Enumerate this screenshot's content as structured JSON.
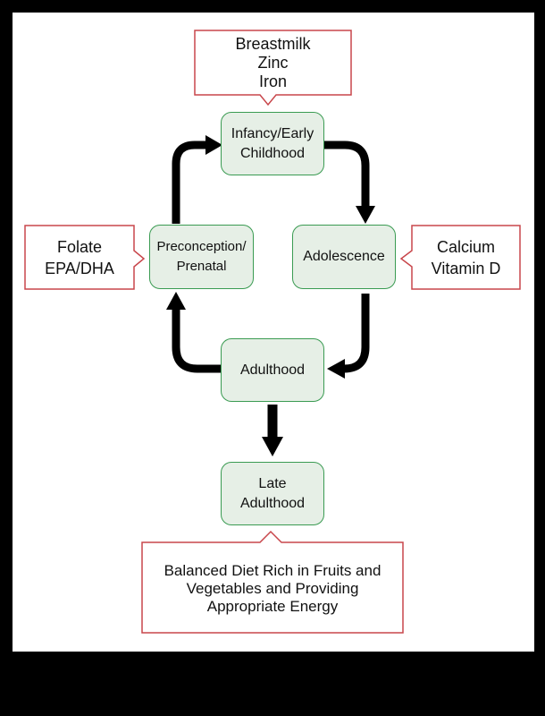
{
  "colors": {
    "stage_fill": "#e6efe6",
    "stage_border": "#3a9b52",
    "callout_border": "#c8464b",
    "arrow": "#000000",
    "frame": "#000000"
  },
  "stages": {
    "infancy": {
      "lines": [
        "Infancy/Early",
        "Childhood"
      ]
    },
    "adolescence": {
      "lines": [
        "Adolescence"
      ]
    },
    "adulthood": {
      "lines": [
        "Adulthood"
      ]
    },
    "preconception": {
      "lines": [
        "Preconception/",
        "Prenatal"
      ]
    },
    "late_adulthood": {
      "lines": [
        "Late",
        "Adulthood"
      ]
    }
  },
  "callouts": {
    "infancy": {
      "lines": [
        "Breastmilk",
        "Zinc",
        "Iron"
      ]
    },
    "preconception": {
      "lines": [
        "Folate",
        "EPA/DHA"
      ]
    },
    "adolescence": {
      "lines": [
        "Calcium",
        "Vitamin D"
      ]
    },
    "late_adulthood": {
      "lines": [
        "Balanced Diet Rich in Fruits and",
        "Vegetables and Providing",
        "Appropriate Energy"
      ]
    }
  }
}
